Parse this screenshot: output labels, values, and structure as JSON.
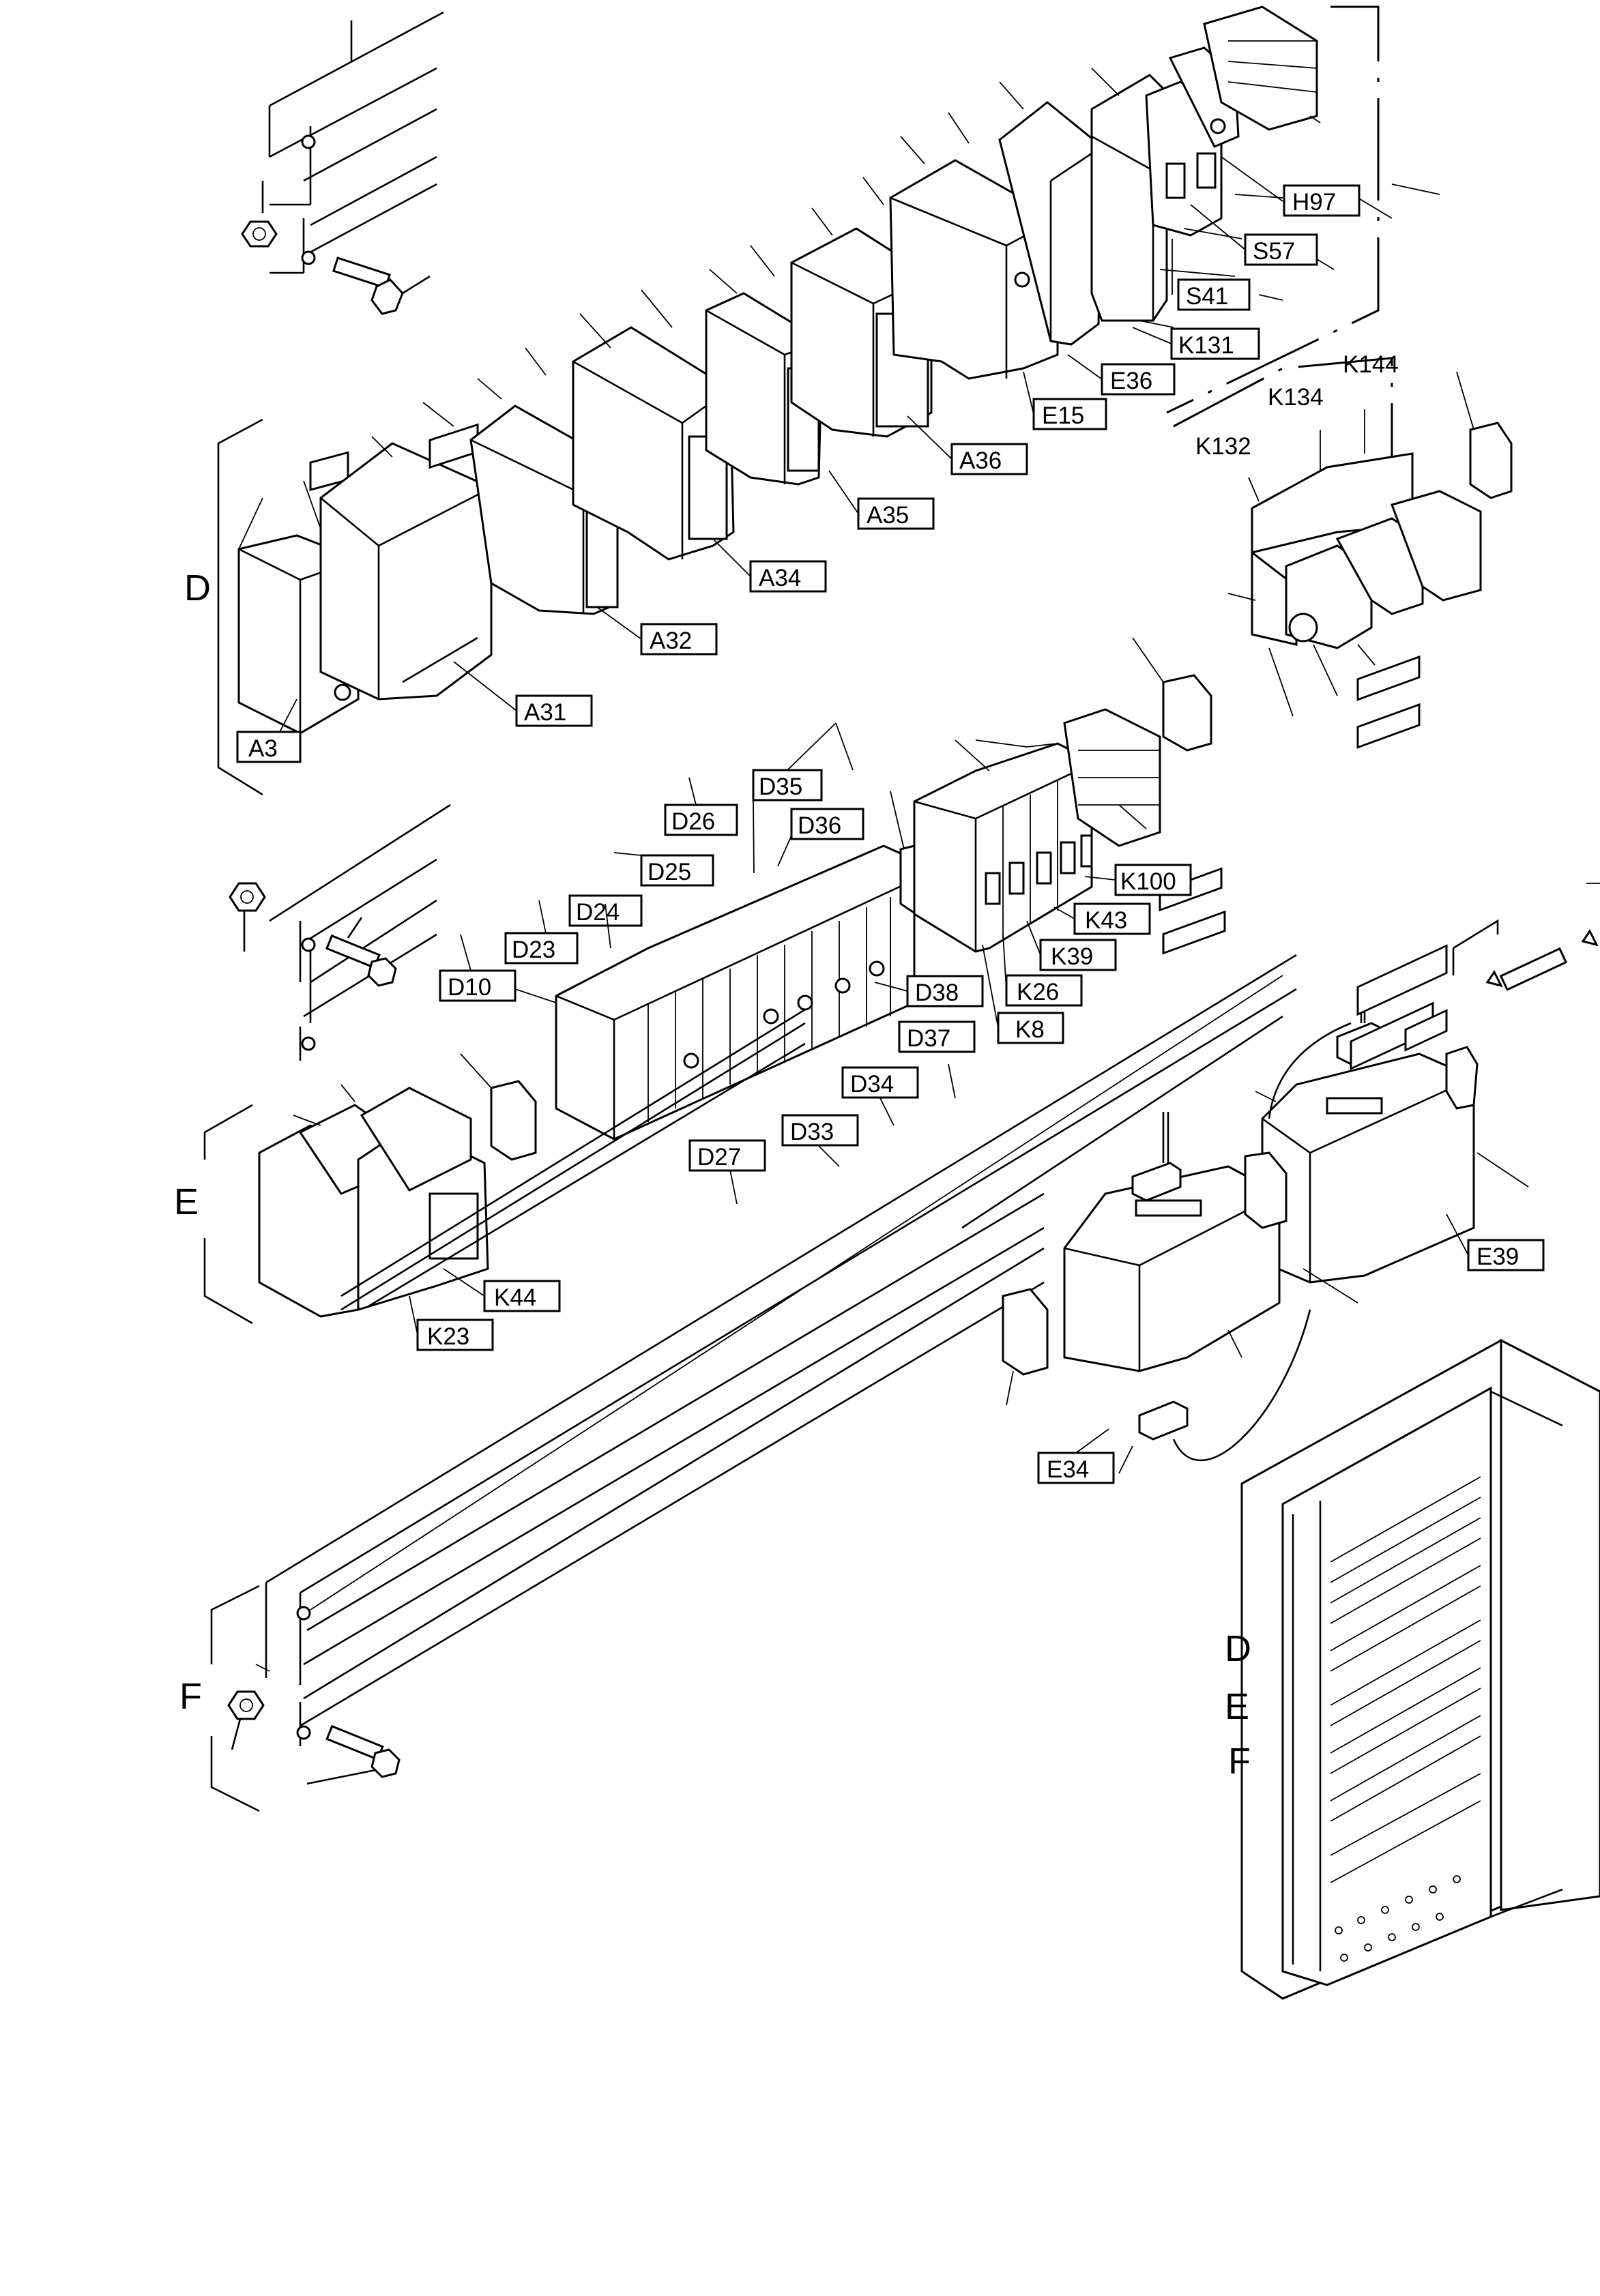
{
  "diagram": {
    "group_letters": {
      "d": "D",
      "e": "E",
      "f": "F"
    },
    "cabinet_letters": {
      "d": "D",
      "e": "E",
      "f": "F"
    },
    "callouts": {
      "h97": "H97",
      "s57": "S57",
      "s41": "S41",
      "k131": "K131",
      "e36": "E36",
      "e15": "E15",
      "a36": "A36",
      "a35": "A35",
      "a34": "A34",
      "a32": "A32",
      "a31": "A31",
      "a3": "A3",
      "k144": "K144",
      "k134": "K134",
      "k132": "K132",
      "d35": "D35",
      "d26": "D26",
      "d36": "D36",
      "d25": "D25",
      "d24": "D24",
      "d23": "D23",
      "d10": "D10",
      "d38": "D38",
      "d37": "D37",
      "d34": "D34",
      "d33": "D33",
      "d27": "D27",
      "k100": "K100",
      "k43": "K43",
      "k39": "K39",
      "k26": "K26",
      "k8": "K8",
      "k44": "K44",
      "k23": "K23",
      "e39": "E39",
      "e34": "E34"
    }
  }
}
